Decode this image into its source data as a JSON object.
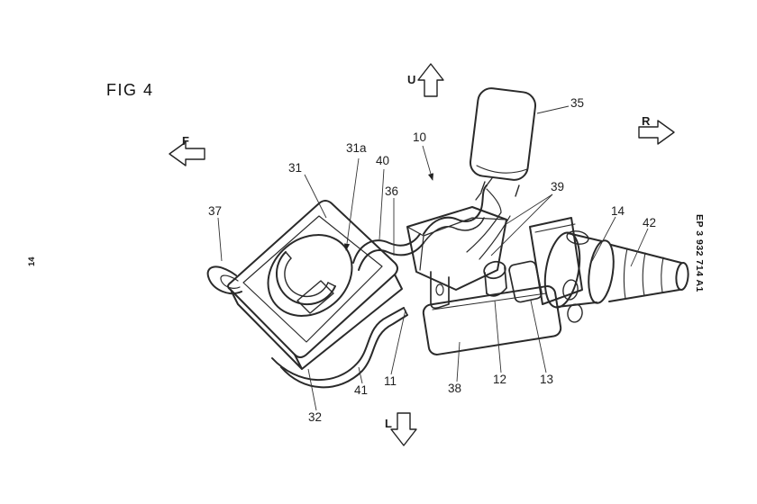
{
  "figure": {
    "title": "FIG 4",
    "labels": {
      "n10": "10",
      "n11": "11",
      "n12": "12",
      "n13": "13",
      "n14": "14",
      "n31": "31",
      "n31a": "31a",
      "n32": "32",
      "n35": "35",
      "n36": "36",
      "n37": "37",
      "n38": "38",
      "n39": "39",
      "n40": "40",
      "n41": "41",
      "n42": "42"
    },
    "directions": {
      "up": "U",
      "right": "R",
      "front": "F",
      "low": "L"
    }
  },
  "page": {
    "patent_number": "EP 3 932 714 A1",
    "sheet_number": "14"
  },
  "colors": {
    "line": "#2a2a2a",
    "background": "#ffffff"
  }
}
